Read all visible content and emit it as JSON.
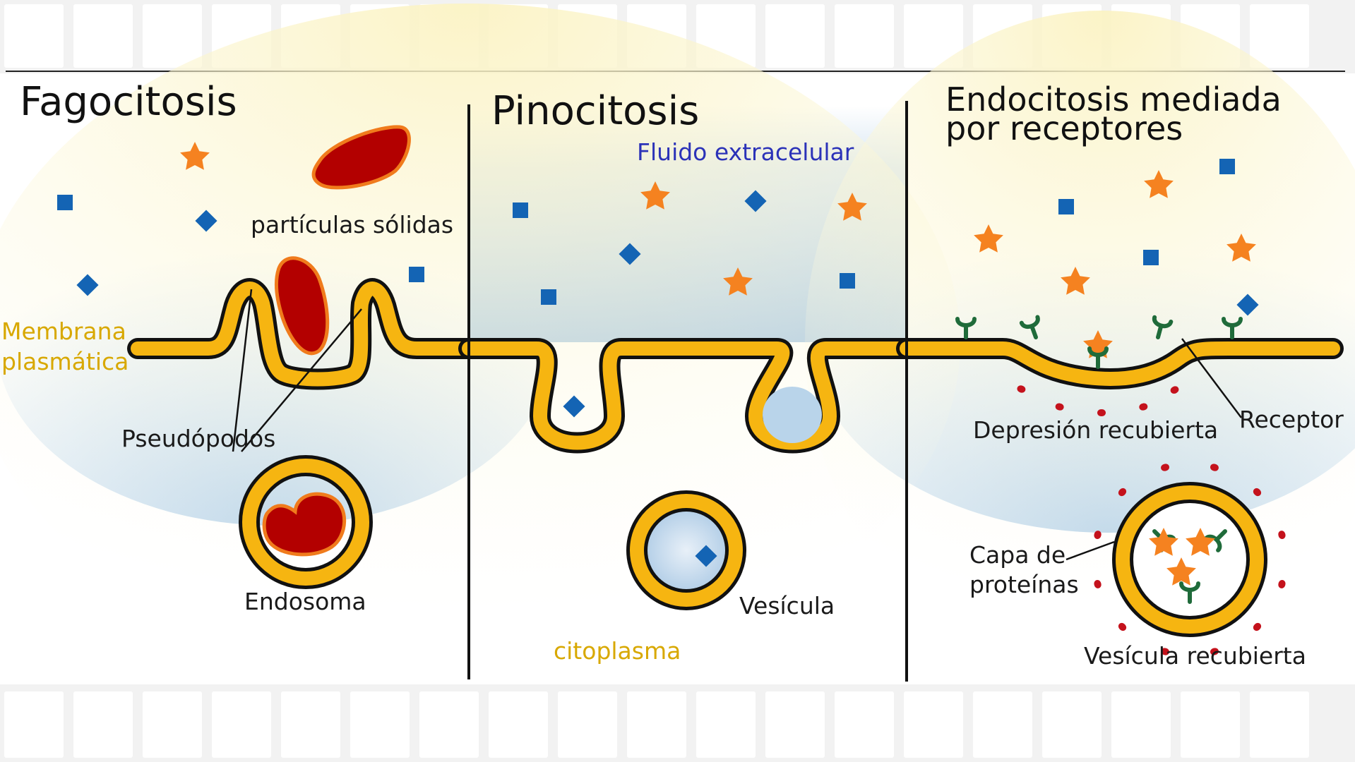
{
  "panels": {
    "fagocitosis": {
      "title": "Fagocitosis",
      "solid_particles": "partículas sólidas",
      "membrane_line1": "Membrana",
      "membrane_line2": "plasmática",
      "pseudopods": "Pseudópodos",
      "endosome": "Endosoma"
    },
    "pinocitosis": {
      "title": "Pinocitosis",
      "extracellular_fluid": "Fluido extracelular",
      "vesicle": "Vesícula",
      "cytoplasm": "citoplasma"
    },
    "receptor_mediated": {
      "title_line1": "Endocitosis mediada",
      "title_line2": "por receptores",
      "coated_pit": "Depresión recubierta",
      "receptor": "Receptor",
      "protein_coat_line1": "Capa de",
      "protein_coat_line2": "proteínas",
      "coated_vesicle": "Vesícula recubierta"
    }
  },
  "colors": {
    "membrane_fill": "#f6b511",
    "membrane_edge": "#111111",
    "particle": "#b30000",
    "particle_edge": "#f07b1c",
    "molecule_square": "#1464b4",
    "molecule_star": "#f58220",
    "receptor": "#1f6b3a",
    "coat_protein": "#c4121c",
    "extracellular": "#b9d4ea",
    "cytoplasm": "#fbf6d2",
    "membrane_label": "#d8a800",
    "fluid_label": "#2b32b8"
  }
}
